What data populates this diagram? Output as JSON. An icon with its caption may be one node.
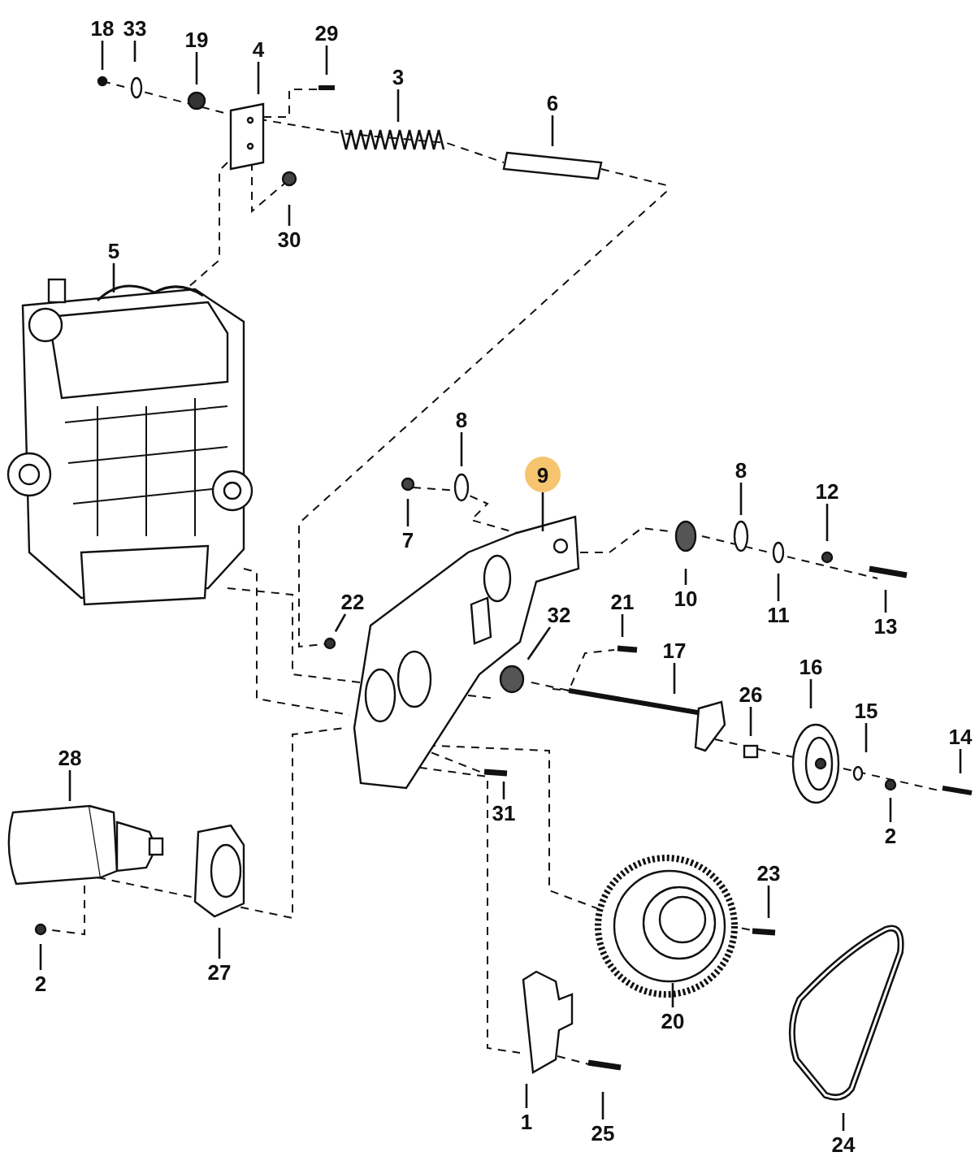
{
  "diagram": {
    "nodes": [
      {
        "text": [
          "18"
        ]
      },
      {
        "text": [
          "33"
        ]
      },
      {
        "text": [
          "19"
        ]
      },
      {
        "text": [
          "4"
        ]
      },
      {
        "text": [
          "29"
        ]
      },
      {
        "text": [
          "3"
        ]
      },
      {
        "text": [
          "6"
        ]
      },
      {
        "text": [
          "30"
        ]
      },
      {
        "text": [
          "5"
        ]
      },
      {
        "text": [
          "8"
        ]
      },
      {
        "text": [
          "9"
        ]
      },
      {
        "text": [
          "8"
        ]
      },
      {
        "text": [
          "12"
        ]
      },
      {
        "text": [
          "7"
        ]
      },
      {
        "text": [
          "22"
        ]
      },
      {
        "text": [
          "10"
        ]
      },
      {
        "text": [
          "32"
        ]
      },
      {
        "text": [
          "11"
        ]
      },
      {
        "text": [
          "21"
        ]
      },
      {
        "text": [
          "13"
        ]
      },
      {
        "text": [
          "17"
        ]
      },
      {
        "text": [
          "16"
        ]
      },
      {
        "text": [
          "26"
        ]
      },
      {
        "text": [
          "15"
        ]
      },
      {
        "text": [
          "14"
        ]
      },
      {
        "text": [
          "31"
        ]
      },
      {
        "text": [
          "28"
        ]
      },
      {
        "text": [
          "2"
        ]
      },
      {
        "text": [
          "23"
        ]
      },
      {
        "text": [
          "2"
        ]
      },
      {
        "text": [
          "27"
        ]
      },
      {
        "text": [
          "20"
        ]
      },
      {
        "text": [
          "1"
        ]
      },
      {
        "text": [
          "25"
        ]
      },
      {
        "text": [
          "24"
        ]
      }
    ],
    "edges": [
      {
        "from": 0,
        "to": null,
        "arrow": "none"
      },
      {
        "from": 1,
        "to": null,
        "arrow": "none"
      },
      {
        "from": 2,
        "to": null,
        "arrow": "none"
      },
      {
        "from": 3,
        "to": null,
        "arrow": "none"
      },
      {
        "from": 4,
        "to": null,
        "arrow": "none"
      },
      {
        "from": 5,
        "to": null,
        "arrow": "none"
      },
      {
        "from": 6,
        "to": null,
        "arrow": "none"
      },
      {
        "from": 7,
        "to": null,
        "arrow": "none"
      },
      {
        "from": 8,
        "to": null,
        "arrow": "none"
      },
      {
        "from": 9,
        "to": null,
        "arrow": "none"
      },
      {
        "from": 10,
        "to": null,
        "arrow": "none"
      },
      {
        "from": 11,
        "to": null,
        "arrow": "none"
      },
      {
        "from": 12,
        "to": null,
        "arrow": "none"
      },
      {
        "from": 13,
        "to": null,
        "arrow": "none"
      },
      {
        "from": 14,
        "to": null,
        "arrow": "none"
      },
      {
        "from": 15,
        "to": null,
        "arrow": "none"
      },
      {
        "from": 16,
        "to": null,
        "arrow": "none"
      },
      {
        "from": 17,
        "to": null,
        "arrow": "none"
      },
      {
        "from": 18,
        "to": null,
        "arrow": "none"
      },
      {
        "from": 19,
        "to": null,
        "arrow": "none"
      },
      {
        "from": 20,
        "to": null,
        "arrow": "none"
      },
      {
        "from": 21,
        "to": null,
        "arrow": "none"
      },
      {
        "from": 22,
        "to": null,
        "arrow": "none"
      },
      {
        "from": 23,
        "to": null,
        "arrow": "none"
      },
      {
        "from": 24,
        "to": null,
        "arrow": "none"
      },
      {
        "from": 25,
        "to": null,
        "arrow": "none"
      },
      {
        "from": 26,
        "to": null,
        "arrow": "none"
      },
      {
        "from": 27,
        "to": null,
        "arrow": "none"
      },
      {
        "from": 28,
        "to": null,
        "arrow": "none"
      },
      {
        "from": 29,
        "to": null,
        "arrow": "none"
      },
      {
        "from": 30,
        "to": null,
        "arrow": "none"
      },
      {
        "from": 31,
        "to": null,
        "arrow": "none"
      },
      {
        "from": 32,
        "to": null,
        "arrow": "none"
      },
      {
        "from": 33,
        "to": null,
        "arrow": "none"
      },
      {
        "from": 34,
        "to": null,
        "arrow": "none"
      }
    ]
  }
}
